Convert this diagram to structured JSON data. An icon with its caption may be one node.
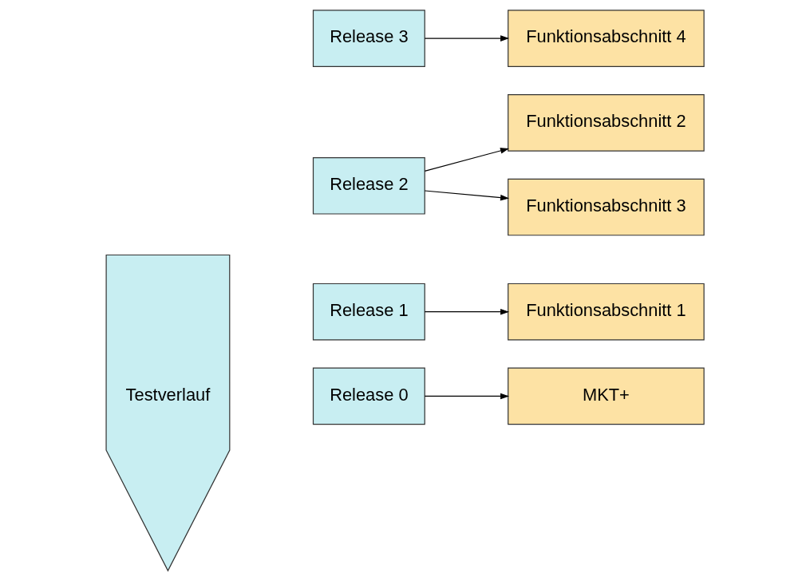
{
  "diagram": {
    "nodes": [
      {
        "text": [
          "Testverlauf"
        ]
      },
      {
        "text": [
          "Release 0"
        ]
      },
      {
        "text": [
          "MKT+"
        ]
      },
      {
        "text": [
          "Release 1"
        ]
      },
      {
        "text": [
          "Funktionsabschnitt 1"
        ]
      },
      {
        "text": [
          "Release 2"
        ]
      },
      {
        "text": [
          "Funktionsabschnitt 2"
        ]
      },
      {
        "text": [
          "Funktionsabschnitt 3"
        ]
      },
      {
        "text": [
          "Release 3"
        ]
      },
      {
        "text": [
          "Funktionsabschnitt 4"
        ]
      }
    ],
    "edges": [
      {
        "from": 1,
        "to": 2,
        "arrow": "to"
      },
      {
        "from": 3,
        "to": 4,
        "arrow": "to"
      },
      {
        "from": 5,
        "to": 6,
        "arrow": "to"
      },
      {
        "from": 5,
        "to": 7,
        "arrow": "to"
      },
      {
        "from": 8,
        "to": 9,
        "arrow": "to"
      }
    ]
  }
}
